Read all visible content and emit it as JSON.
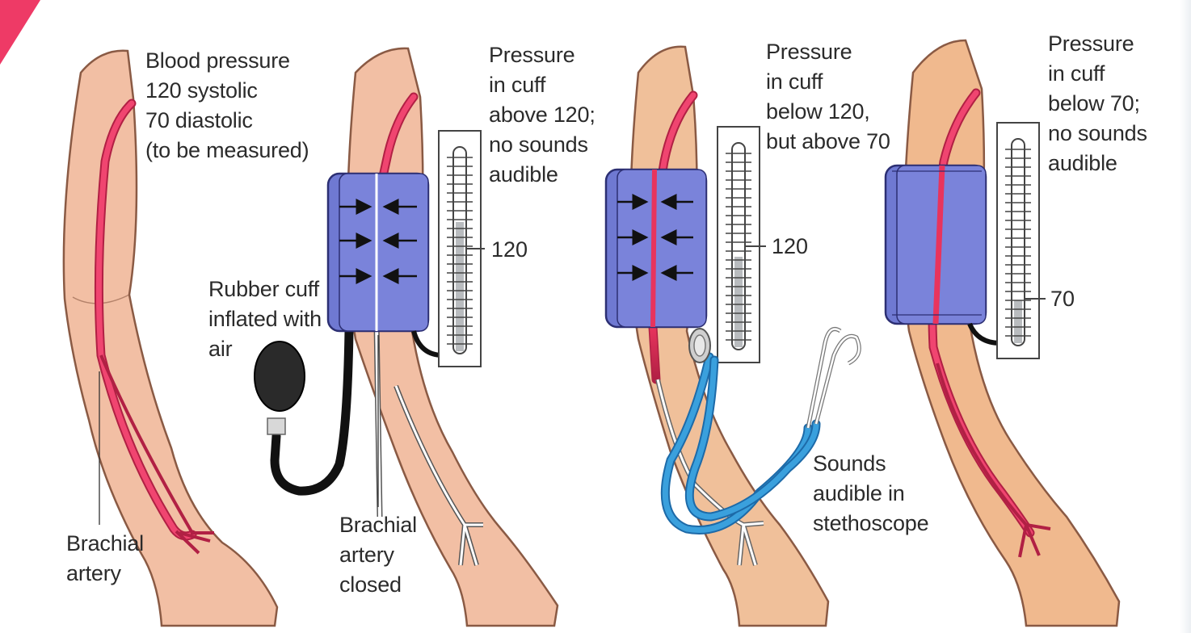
{
  "panels": [
    {
      "id": "panel-1",
      "caption": "Blood pressure\n120 systolic\n70 diastolic\n(to be measured)",
      "labels": {
        "artery": "Brachial\nartery"
      }
    },
    {
      "id": "panel-2",
      "caption": "Pressure\nin cuff\nabove 120;\nno sounds\naudible",
      "labels": {
        "cuff": "Rubber cuff\ninflated with\nair",
        "artery": "Brachial\nartery\nclosed"
      },
      "gauge_reading": "120"
    },
    {
      "id": "panel-3",
      "caption": "Pressure\nin cuff\nbelow 120,\nbut above 70",
      "labels": {
        "sounds": "Sounds\naudible in\nstethoscope"
      },
      "gauge_reading": "120"
    },
    {
      "id": "panel-4",
      "caption": "Pressure\nin cuff\nbelow 70;\nno sounds\naudible",
      "gauge_reading": "70"
    }
  ],
  "colors": {
    "skin_light": "#f2bfa4",
    "skin_tan": "#f0b98e",
    "artery": "#e8345d",
    "cuff": "#6f79d2",
    "tube": "#3aa0dd",
    "mercury": "#b9bcbf"
  },
  "icons": [
    "arm-illustration",
    "blood-pressure-cuff",
    "pressure-gauge",
    "inflation-bulb",
    "stethoscope",
    "pressure-arrow"
  ]
}
